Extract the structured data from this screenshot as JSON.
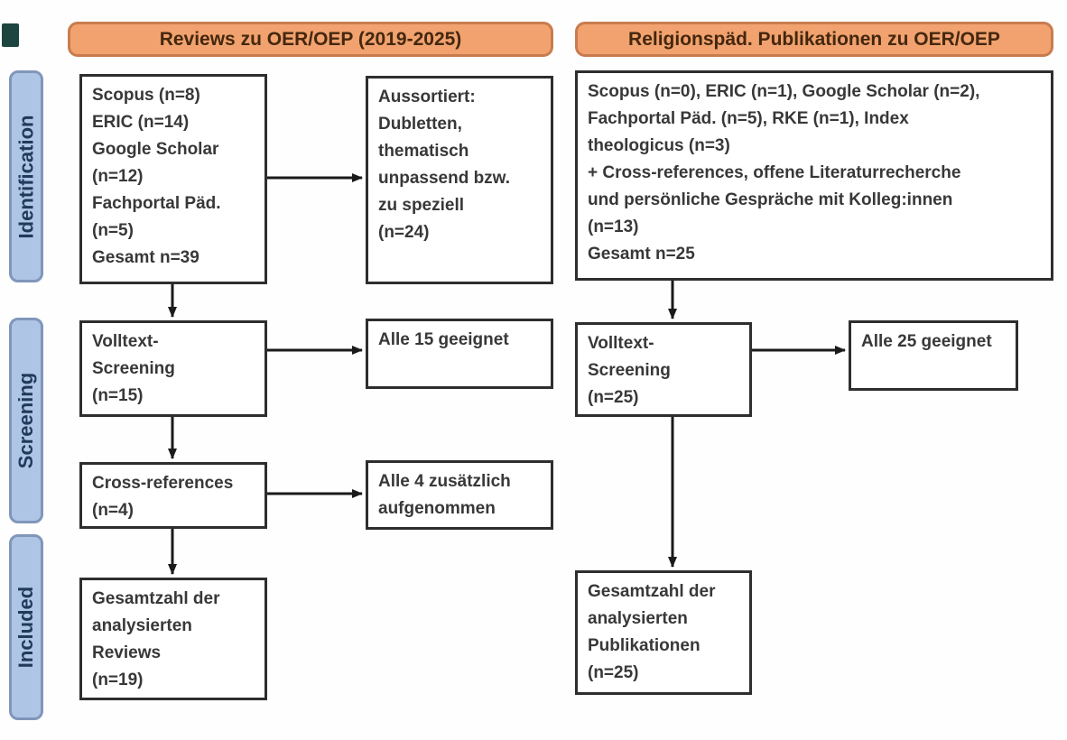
{
  "diagram": {
    "headers": [
      "Reviews zu OER/OEP (2019-2025)",
      "Religionspäd. Publikationen zu OER/OEP"
    ],
    "stages": [
      "Identification",
      "Screening",
      "Included"
    ],
    "nodes": {
      "reviews_sources": "Scopus (n=8)\nERIC (n=14)\nGoogle Scholar\n(n=12)\nFachportal Päd.\n(n=5)\nGesamt n=39",
      "reviews_excluded": "Aussortiert:\nDubletten,\nthematisch\nunpassend bzw.\nzu speziell\n(n=24)",
      "reviews_fulltext": "Volltext-\nScreening\n(n=15)",
      "reviews_eligible": "Alle 15 geeignet",
      "reviews_crossref": "Cross-references\n(n=4)",
      "reviews_crossref_added": "Alle 4 zusätzlich\naufgenommen",
      "reviews_included": "Gesamtzahl der\nanalysierten\nReviews\n(n=19)",
      "relpaed_sources": "Scopus (n=0), ERIC (n=1), Google Scholar (n=2),\nFachportal Päd. (n=5), RKE (n=1), Index\ntheologicus (n=3)\n+ Cross-references, offene Literaturrecherche\nund persönliche Gespräche mit Kolleg:innen\n(n=13)\nGesamt n=25",
      "relpaed_fulltext": "Volltext-\nScreening\n(n=25)",
      "relpaed_eligible": "Alle 25 geeignet",
      "relpaed_included": "Gesamtzahl der\nanalysierten\nPublikationen\n(n=25)"
    },
    "colors": {
      "header_fill": "#f1a26e",
      "header_border": "#c87c4e",
      "header_text": "#45270e",
      "stage_fill": "#afc5e6",
      "stage_border": "#8096ba",
      "stage_text": "#203a5c",
      "node_border": "#2e2e2e",
      "node_text": "#383838",
      "arrow": "#1a1a1a"
    }
  }
}
